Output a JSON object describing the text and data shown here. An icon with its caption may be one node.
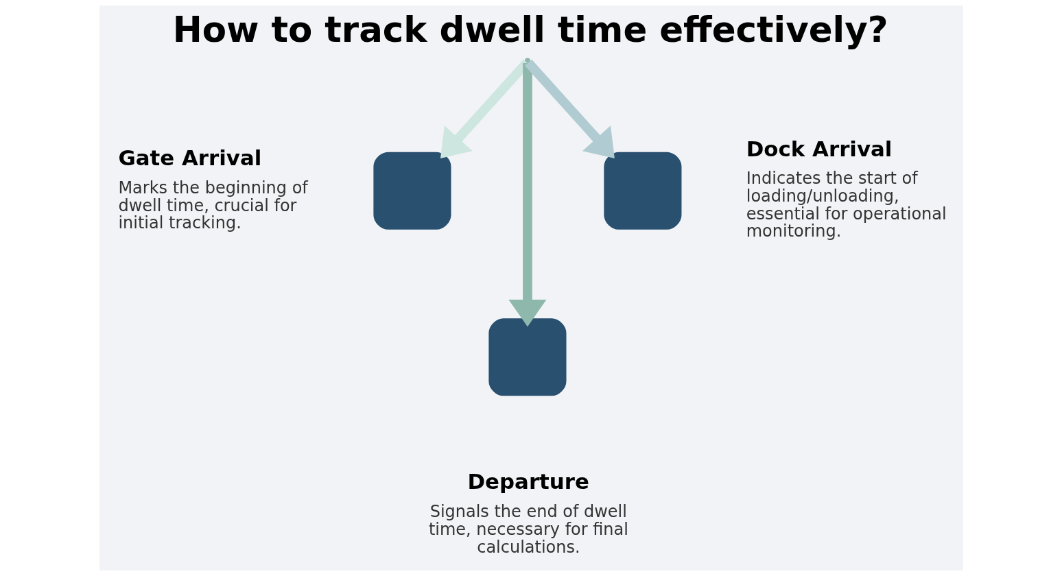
{
  "diagram": {
    "title": "How to track dwell time effectively?",
    "nodes": [
      {
        "text": [],
        "shape": "box",
        "beside": [
          "Gate Arrival",
          "Marks the beginning of dwell time, crucial for initial tracking."
        ]
      },
      {
        "text": [],
        "shape": "box",
        "beside": [
          "Departure",
          "Signals the end of dwell time, necessary for final calculations."
        ]
      },
      {
        "text": [],
        "shape": "box",
        "beside": [
          "Dock Arrival",
          "Indicates the start of loading/unloading, essential for operational monitoring."
        ]
      }
    ],
    "edges": [
      {
        "from": null,
        "to": 0,
        "arrow": "to",
        "color": "#cde6df"
      },
      {
        "from": null,
        "to": 1,
        "arrow": "to",
        "color": "#8fb8ac"
      },
      {
        "from": null,
        "to": 2,
        "arrow": "to",
        "color": "#b0cbd1"
      }
    ]
  }
}
